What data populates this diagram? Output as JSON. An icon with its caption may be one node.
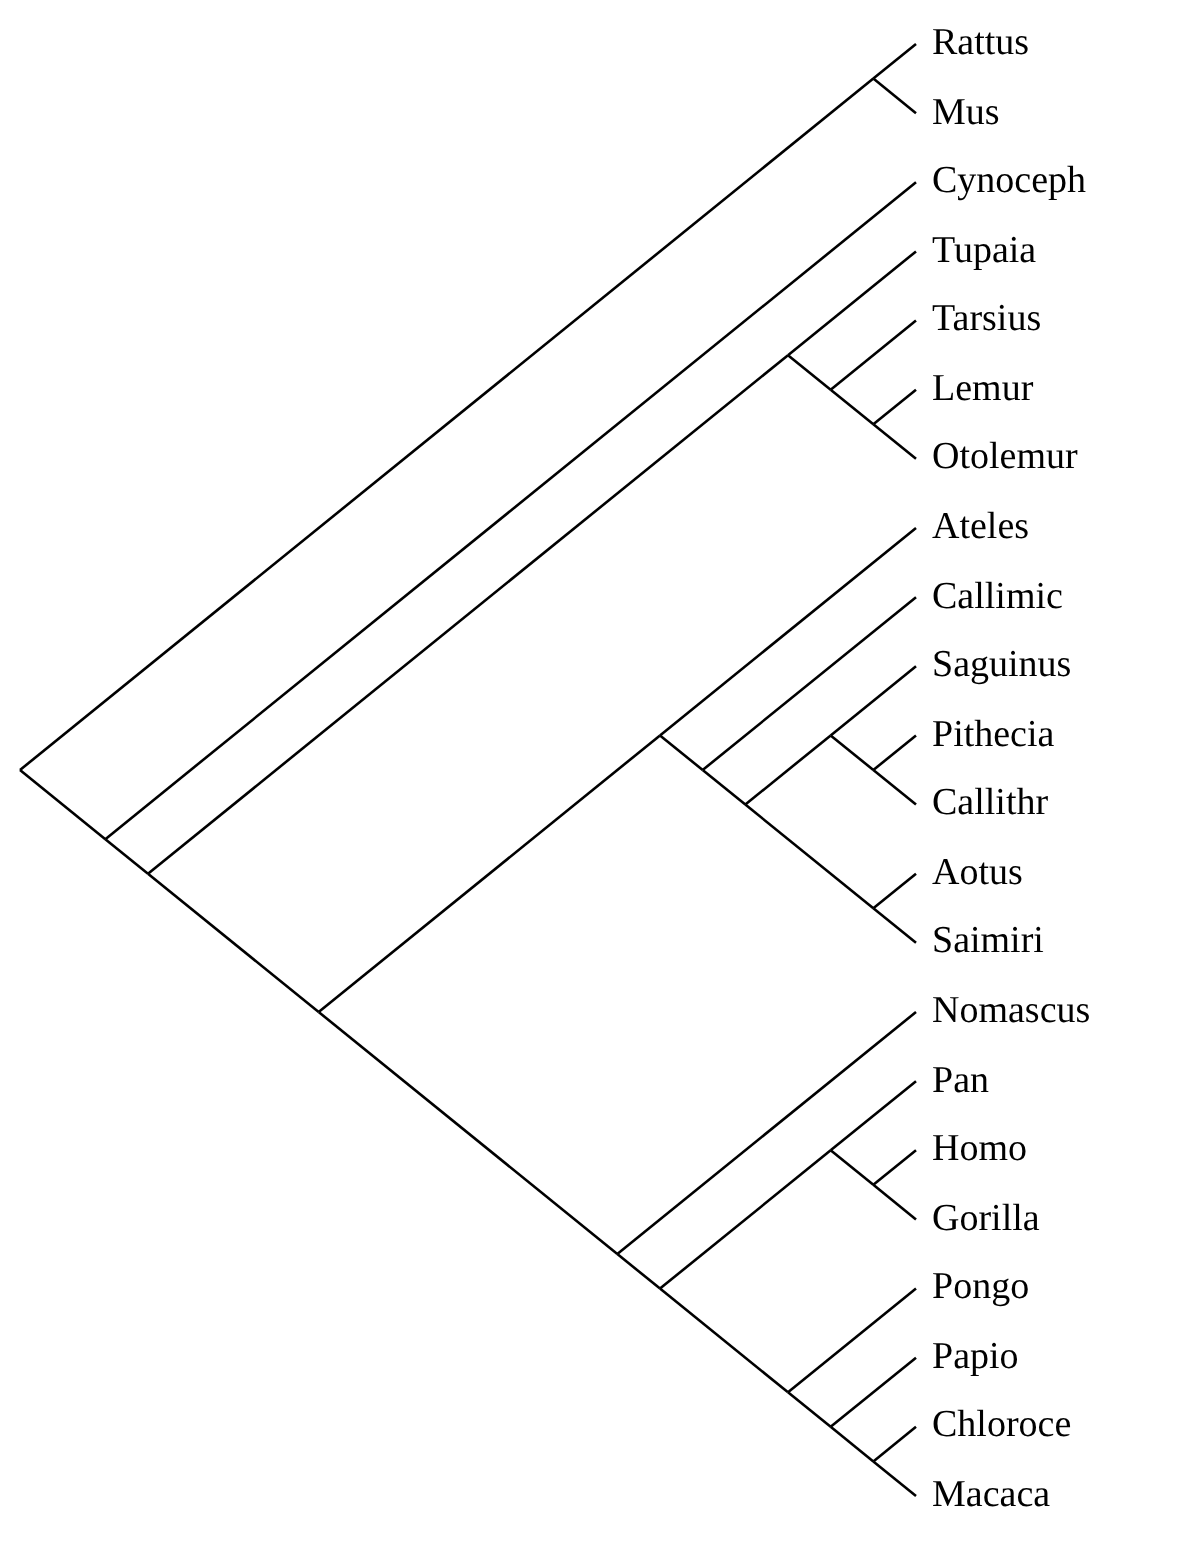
{
  "diagram": {
    "labels": [
      "Rattus",
      "Mus",
      "Cynoceph",
      "Tupaia",
      "Tarsius",
      "Lemur",
      "Otolemur",
      "Ateles",
      "Callimic",
      "Saguinus",
      "Pithecia",
      "Callithr",
      "Aotus",
      "Saimiri",
      "Nomascus",
      "Pan",
      "Homo",
      "Gorilla",
      "Pongo",
      "Papio",
      "Chloroce",
      "Macaca"
    ]
  }
}
